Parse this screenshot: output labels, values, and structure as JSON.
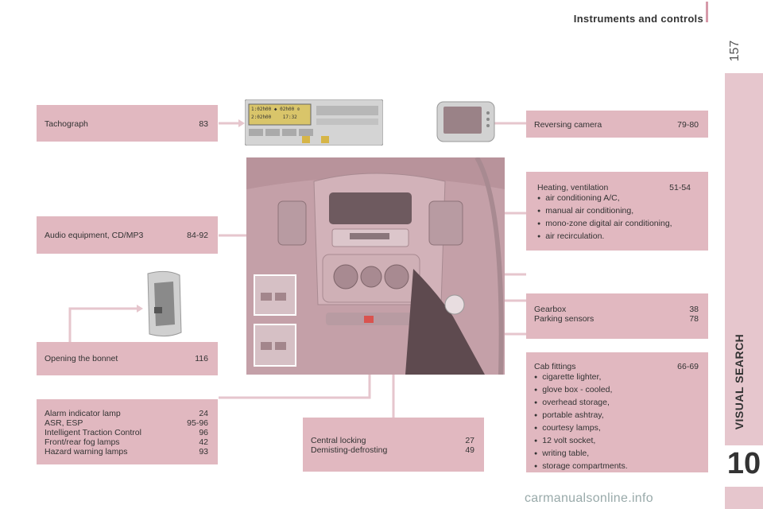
{
  "header": {
    "title": "Instruments and controls",
    "page_number": "157"
  },
  "side": {
    "section": "VISUAL SEARCH",
    "chapter": "10"
  },
  "boxes": {
    "tachograph": {
      "label": "Tachograph",
      "page": "83"
    },
    "audio": {
      "label": "Audio equipment, CD/MP3",
      "page": "84-92"
    },
    "bonnet": {
      "label": "Opening the bonnet",
      "page": "116"
    },
    "alarm": {
      "rows": [
        {
          "label": "Alarm indicator lamp",
          "page": "24"
        },
        {
          "label": "ASR, ESP",
          "page": "95-96"
        },
        {
          "label": "Intelligent Traction Control",
          "page": "96"
        },
        {
          "label": "Front/rear fog lamps",
          "page": "42"
        },
        {
          "label": "Hazard warning lamps",
          "page": "93"
        }
      ]
    },
    "central": {
      "rows": [
        {
          "label": "Central locking",
          "page": "27"
        },
        {
          "label": "Demisting-defrosting",
          "page": "49"
        }
      ]
    },
    "reversing": {
      "label": "Reversing camera",
      "page": "79-80"
    },
    "heating": {
      "label": "Heating, ventilation",
      "page": "51-54",
      "bullets": [
        "air conditioning A/C,",
        "manual air conditioning,",
        "mono-zone digital air conditioning,",
        "air recirculation."
      ]
    },
    "gearbox": {
      "rows": [
        {
          "label": "Gearbox",
          "page": "38"
        },
        {
          "label": "Parking sensors",
          "page": "78"
        }
      ]
    },
    "cab": {
      "label": "Cab fittings",
      "page": "66-69",
      "bullets": [
        "cigarette lighter,",
        "glove box - cooled,",
        "overhead storage,",
        "portable ashtray,",
        "courtesy lamps,",
        "12 volt socket,",
        "writing table,",
        "storage compartments."
      ]
    }
  },
  "tachograph_display": {
    "line1": "1:02h00 ◆ 02h00 ⊙",
    "line2": "2:02h00    17:32"
  },
  "watermark": "carmanualsonline.info"
}
